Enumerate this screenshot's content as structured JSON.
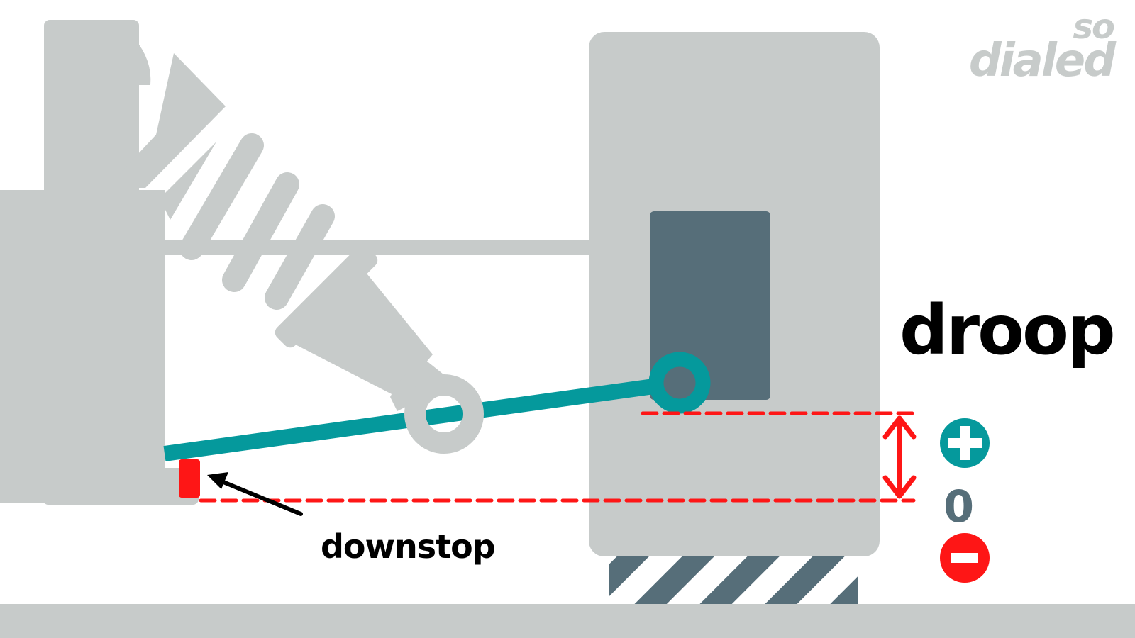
{
  "logo": {
    "line1": "so",
    "line2": "dialed"
  },
  "labels": {
    "title": "droop",
    "downstop": "downstop",
    "zero": "0"
  },
  "indicators": [
    {
      "name": "plus",
      "symbol": "+",
      "color": "#05999c"
    },
    {
      "name": "zero",
      "symbol": "0",
      "color": "#566e79"
    },
    {
      "name": "minus",
      "symbol": "−",
      "color": "#fe1616"
    }
  ],
  "colors": {
    "chassis_gray": "#c7cbca",
    "arm_teal": "#05999c",
    "hub_slate": "#566e79",
    "limit_red": "#fe1616",
    "text_black": "#000000",
    "background": "#ffffff"
  }
}
